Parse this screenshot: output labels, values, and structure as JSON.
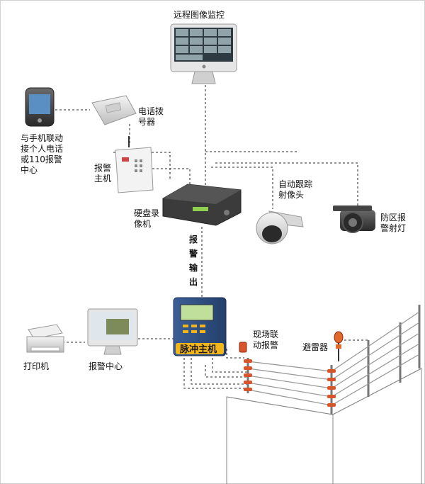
{
  "labels": {
    "remote_monitor": "远程图像监控",
    "phone_dialer": "电话拨\n号器",
    "mobile_link": "与手机联动\n接个人电话\n或110报警\n中心",
    "alarm_host": "报警\n主机",
    "dvr": "硬盘录\n像机",
    "ptz_camera": "自动跟踪\n射像头",
    "ir_light": "防区报\n警射灯",
    "alarm_output": "报警输出",
    "pulse_host": "脉冲主机",
    "site_alarm": "现场联\n动报警",
    "lightning": "避雷器",
    "printer": "打印机",
    "alarm_center": "报警中心"
  },
  "colors": {
    "line": "#555555",
    "pulse_host_body": "#2f4b7a",
    "pulse_host_label_bg": "#f2b51a",
    "insulator": "#d9532b"
  },
  "icons": [
    "imac-monitor-icon",
    "pda-phone-icon",
    "phone-dialer-icon",
    "alarm-panel-icon",
    "dvr-icon",
    "ptz-dome-camera-icon",
    "ir-camera-icon",
    "pulse-host-icon",
    "alarm-strobe-icon",
    "lightning-arrester-icon",
    "printer-icon",
    "computer-icon",
    "electric-fence-icon"
  ]
}
